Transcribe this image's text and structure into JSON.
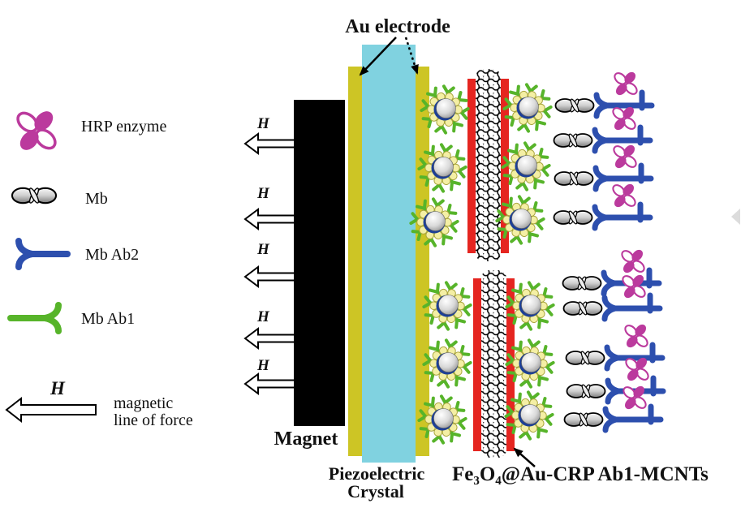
{
  "colors": {
    "hrp": "#bb3a9d",
    "ab2": "#2d4fae",
    "ab1": "#57b42a",
    "corona": "#f4efa4",
    "corona_edge": "#a9a53c",
    "navy": "#1d3f96",
    "bar_red": "#e52520",
    "crystal_cyan": "#80d2e0",
    "electrode_yellow": "#cdc525",
    "magnet_black": "#000000"
  },
  "legend": {
    "items": [
      {
        "id": "hrp",
        "label": "HRP enzyme"
      },
      {
        "id": "mb",
        "label": "Mb"
      },
      {
        "id": "mb-ab2",
        "label": "Mb Ab2"
      },
      {
        "id": "mb-ab1",
        "label": "Mb Ab1"
      }
    ],
    "h_symbol": "H",
    "h_caption_line1": "magnetic",
    "h_caption_line2": "line of force"
  },
  "diagram": {
    "au_electrode_label": "Au electrode",
    "magnet_label": "Magnet",
    "piezo_label_line1": "Piezoelectric",
    "piezo_label_line2": "Crystal",
    "mcnt_label": "Fe₃O₄@Au-CRP Ab1-MCNTs",
    "h_field_label": "H"
  }
}
